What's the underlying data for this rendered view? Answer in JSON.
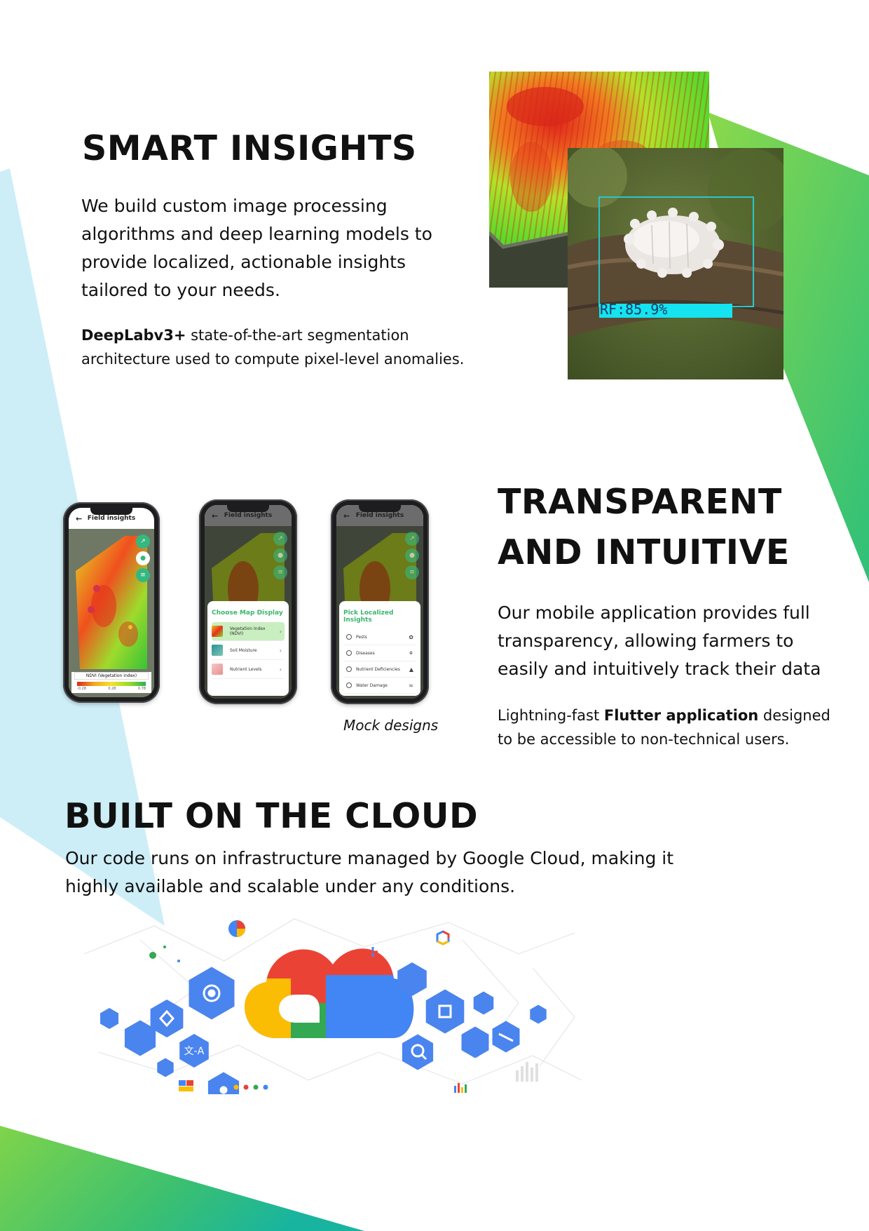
{
  "smart_insights": {
    "title": "SMART INSIGHTS",
    "lead": "We build custom image processing algorithms and deep learning models to provide localized, actionable insights tailored to your needs.",
    "note_bold": "DeepLabv3+",
    "note_rest": " state-of-the-art segmentation architecture used to compute pixel-level anomalies.",
    "detection_label": "RF:85.9%"
  },
  "transparent": {
    "title_line1": "TRANSPARENT",
    "title_line2": "AND INTUITIVE",
    "lead": "Our mobile application provides full transparency, allowing farmers to easily and intuitively track their data",
    "note_pre": "Lightning-fast ",
    "note_bold": "Flutter application",
    "note_post": " designed to be accessible to non-technical users.",
    "caption": "Mock designs"
  },
  "phones": {
    "header_title": "Field insights",
    "legend_label": "NDVI (Vegetation index)",
    "legend_ticks": [
      "-0.28",
      "0.28",
      "0.78"
    ],
    "map_display": {
      "title": "Choose Map Display",
      "options": [
        "Vegetation Index (NDVI)",
        "Soil Moisture",
        "Nutrient Levels"
      ]
    },
    "localized": {
      "title": "Pick Localized Insights",
      "options": [
        "Pests",
        "Diseases",
        "Nutrient Deficiencies",
        "Water Damage"
      ]
    }
  },
  "cloud": {
    "title": "BUILT ON THE CLOUD",
    "lead": "Our code runs on infrastructure managed by Google Cloud, making it highly available and scalable under any conditions.",
    "translate_glyph": "文-A"
  },
  "colors": {
    "green_light": "#8bd94a",
    "green_dark": "#1fb576",
    "cyan_light": "#cdeef7",
    "google_blue": "#4285f4",
    "google_red": "#ea4335",
    "google_yellow": "#fbbc04",
    "google_green": "#34a853"
  }
}
